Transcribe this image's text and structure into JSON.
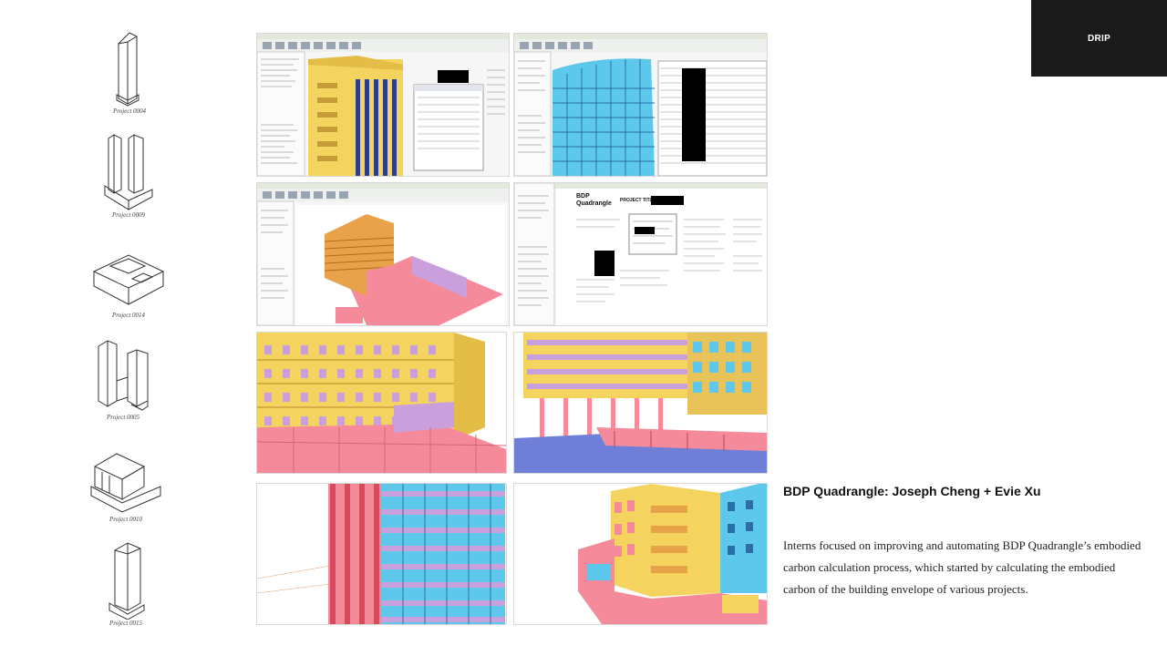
{
  "badge": {
    "label": "DRIP"
  },
  "projects": [
    {
      "caption": "Project 0004"
    },
    {
      "caption": "Project 0009"
    },
    {
      "caption": "Project 0014"
    },
    {
      "caption": "Project 0005"
    },
    {
      "caption": "Project 0010"
    },
    {
      "caption": "Project 0015"
    }
  ],
  "screens": {
    "template_sheet": {
      "logo": "BDP Quadrangle",
      "project_title": "PROJECT TITLE:"
    }
  },
  "article": {
    "title": "BDP Quadrangle: Joseph Cheng + Evie Xu",
    "body": "Interns focused on improving and automating BDP Quadrangle’s embodied carbon calculation process, which started by calculating the embodied carbon of the building envelope of various projects."
  },
  "colors": {
    "envelope_yellow": "#f4d35e",
    "glazing_blue": "#5ec8ec",
    "slab_pink": "#f58a9b",
    "roof_purple": "#c9a0dc",
    "dark_blue": "#2b3f8c"
  }
}
